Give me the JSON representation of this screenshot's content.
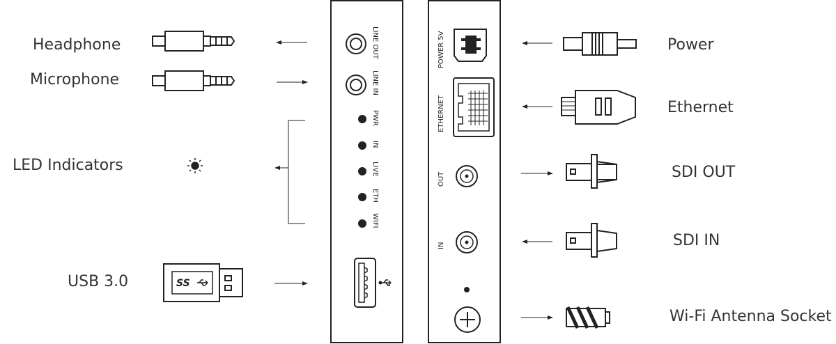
{
  "left_labels": {
    "headphone": "Headphone",
    "microphone": "Microphone",
    "led_indicators": "LED Indicators",
    "usb": "USB 3.0"
  },
  "right_labels": {
    "power": "Power",
    "ethernet": "Ethernet",
    "sdi_out": "SDI OUT",
    "sdi_in": "SDI IN",
    "wifi": "Wi-Fi Antenna Socket"
  },
  "left_panel": {
    "line_out": "LINE OUT",
    "line_in": "LINE IN",
    "leds": [
      "PWR",
      "IN",
      "LIVE",
      "ETH",
      "WIFI"
    ]
  },
  "right_panel": {
    "power_5v": "POWER 5V",
    "ethernet": "ETHERNET",
    "out": "OUT",
    "in": "IN"
  },
  "usb_badge": "SS",
  "colors": {
    "stroke": "#222222",
    "text": "#333333"
  }
}
